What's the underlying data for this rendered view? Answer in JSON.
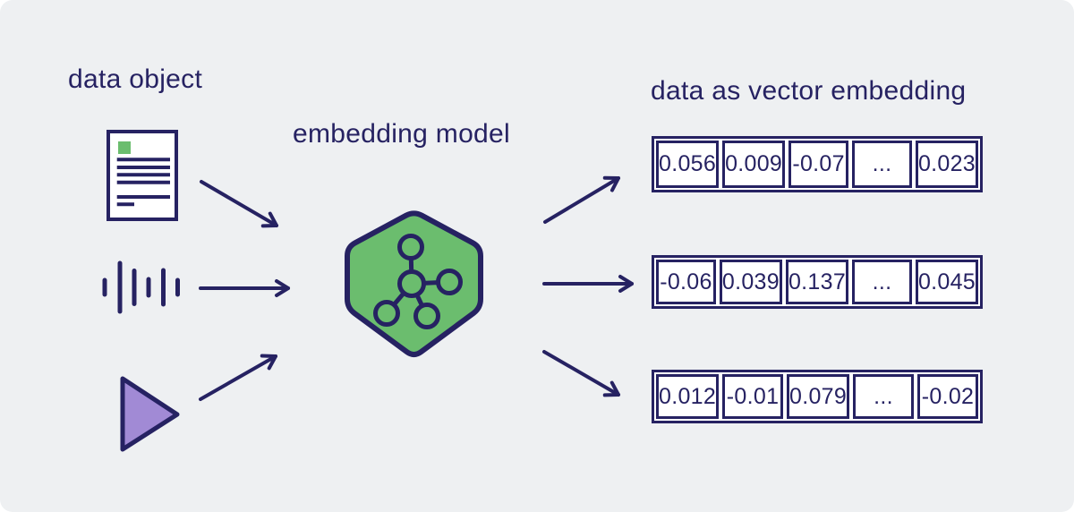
{
  "colors": {
    "background": "#eef0f2",
    "ink": "#262262",
    "green": "#6bbd6e",
    "purple": "#a18ad5",
    "cell_fill": "#ffffff"
  },
  "labels": {
    "data_object": "data object",
    "embedding_model": "embedding model",
    "vector_title": "data as vector embedding"
  },
  "icons": {
    "document": "document-icon",
    "audio": "audio-waveform-icon",
    "video": "video-play-icon",
    "model": "embedding-model-hexagon-icon",
    "network": "network-graph-icon",
    "arrow": "arrow-icon"
  },
  "vectors": {
    "rows": [
      {
        "cells": [
          "0.056",
          "0.009",
          "-0.07",
          "...",
          "0.023"
        ]
      },
      {
        "cells": [
          "-0.06",
          "0.039",
          "0.137",
          "...",
          "0.045"
        ]
      },
      {
        "cells": [
          "0.012",
          "-0.01",
          "0.079",
          "...",
          "-0.02"
        ]
      }
    ]
  }
}
